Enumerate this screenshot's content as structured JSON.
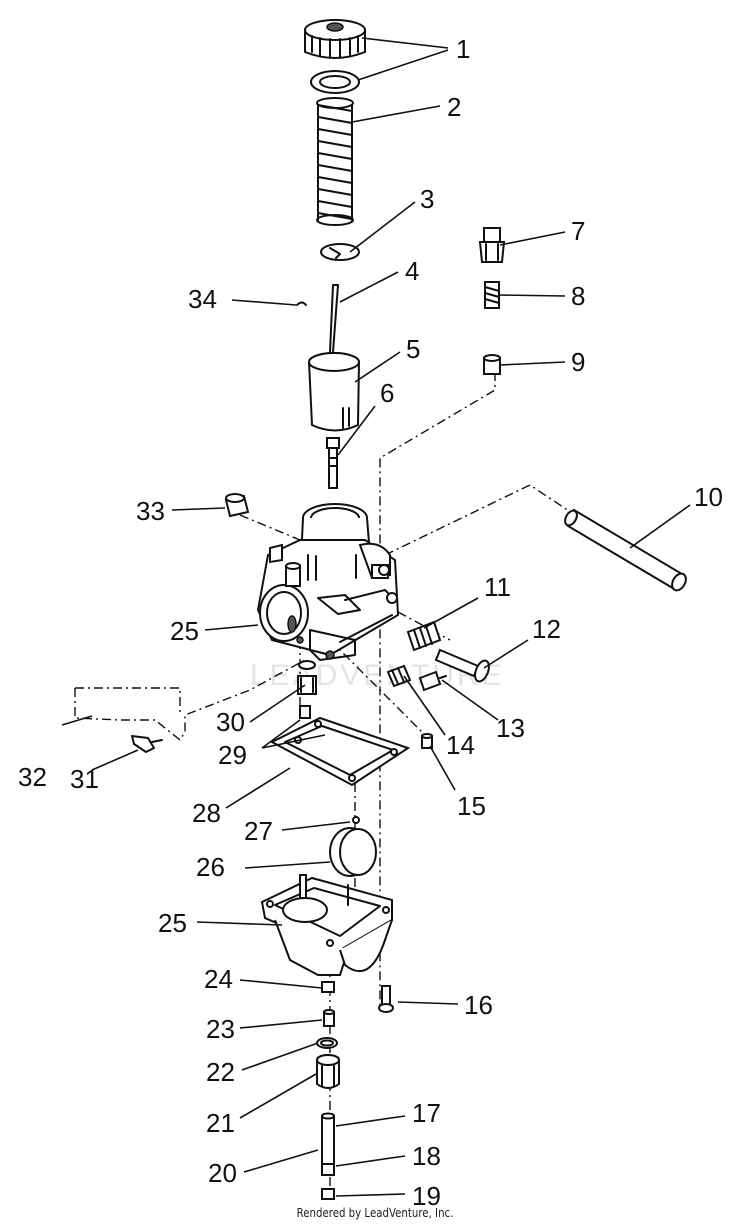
{
  "diagram": {
    "watermark": "LEADVENTURE",
    "footer": "Rendered by LeadVenture, Inc.",
    "callouts": [
      "1",
      "2",
      "3",
      "4",
      "5",
      "6",
      "7",
      "8",
      "9",
      "10",
      "11",
      "12",
      "13",
      "14",
      "15",
      "16",
      "17",
      "18",
      "19",
      "20",
      "21",
      "22",
      "23",
      "24",
      "25",
      "26",
      "27",
      "28",
      "29",
      "30",
      "31",
      "32",
      "33",
      "34",
      "25"
    ]
  },
  "colors": {
    "ink": "#111111",
    "paper": "#ffffff",
    "watermark": "#e4e4e4"
  }
}
